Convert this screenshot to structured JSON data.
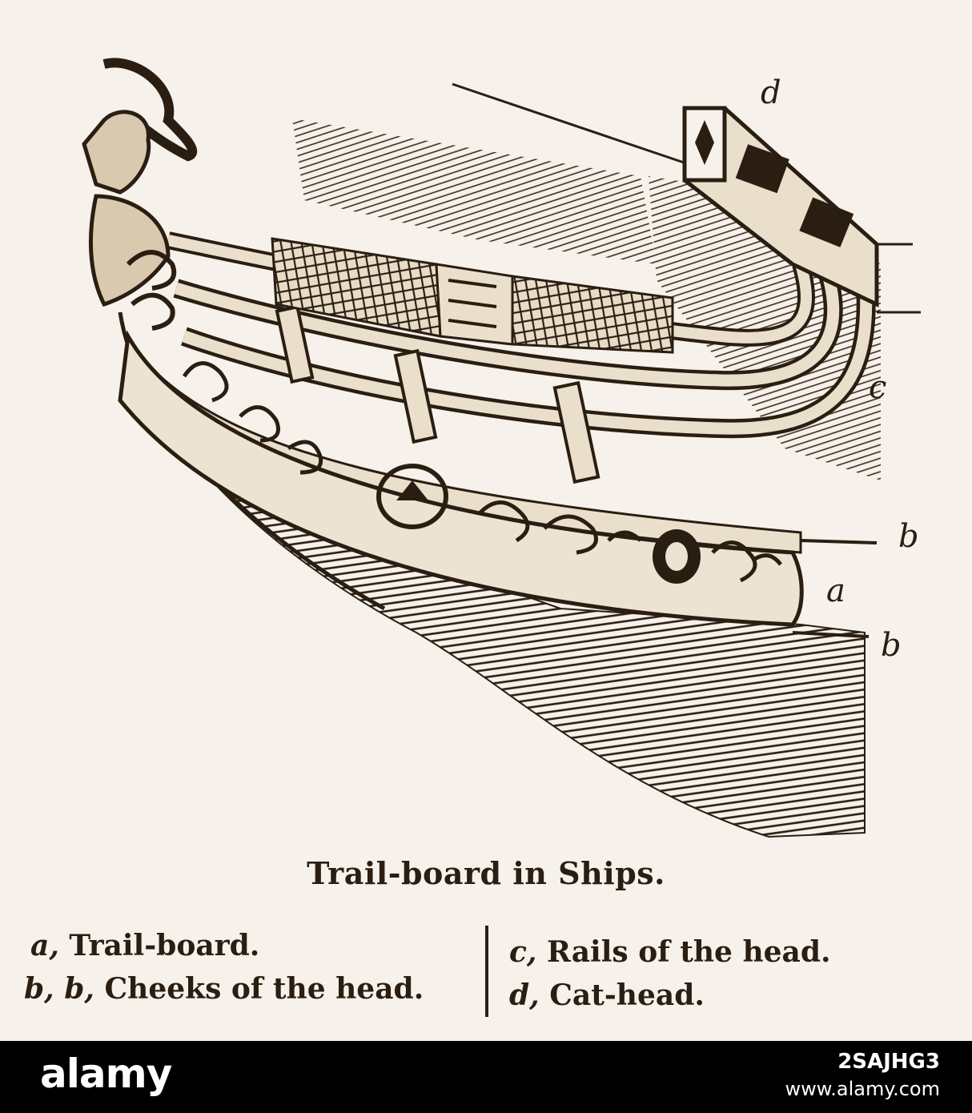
{
  "diagram": {
    "title": "Trail-board in Ships.",
    "point_labels": [
      {
        "id": "d",
        "text": "d"
      },
      {
        "id": "c",
        "text": "c"
      },
      {
        "id": "b_upper",
        "text": "b"
      },
      {
        "id": "a",
        "text": "a"
      },
      {
        "id": "b_lower",
        "text": "b"
      }
    ],
    "legend_left": [
      {
        "key": "a,",
        "text": " Trail-board."
      },
      {
        "key": "b, b,",
        "text": " Cheeks of the head."
      }
    ],
    "legend_right": [
      {
        "key": "c,",
        "text": " Rails of the head."
      },
      {
        "key": "d,",
        "text": " Cat-head."
      }
    ]
  },
  "footer": {
    "brand": "alamy",
    "image_id": "2SAJHG3",
    "url": "www.alamy.com"
  },
  "colors": {
    "paper": "#f6f1ea",
    "ink": "#2a1e12",
    "footer": "#000000"
  }
}
